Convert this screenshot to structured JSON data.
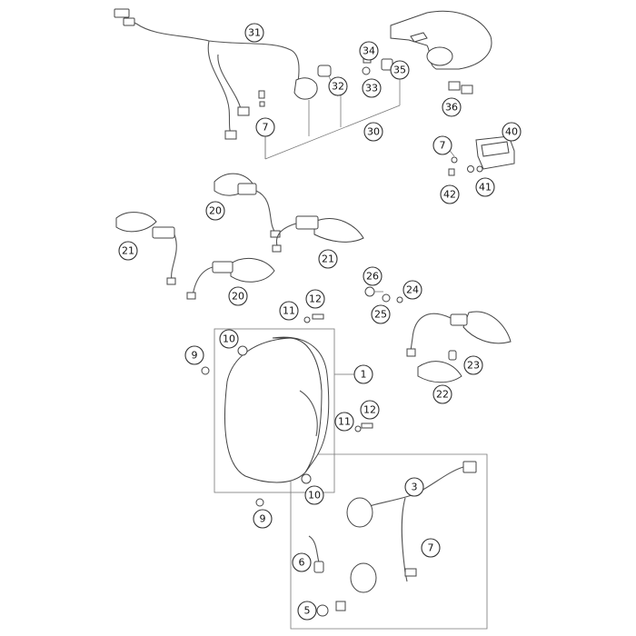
{
  "callouts": [
    {
      "id": "c31",
      "text": "31"
    },
    {
      "id": "c34",
      "text": "34"
    },
    {
      "id": "c35",
      "text": "35"
    },
    {
      "id": "c32",
      "text": "32"
    },
    {
      "id": "c33",
      "text": "33"
    },
    {
      "id": "c36",
      "text": "36"
    },
    {
      "id": "c7a",
      "text": "7"
    },
    {
      "id": "c30",
      "text": "30"
    },
    {
      "id": "c40",
      "text": "40"
    },
    {
      "id": "c7b",
      "text": "7"
    },
    {
      "id": "c42",
      "text": "42"
    },
    {
      "id": "c41",
      "text": "41"
    },
    {
      "id": "c20a",
      "text": "20"
    },
    {
      "id": "c21a",
      "text": "21"
    },
    {
      "id": "c21b",
      "text": "21"
    },
    {
      "id": "c20b",
      "text": "20"
    },
    {
      "id": "c26",
      "text": "26"
    },
    {
      "id": "c24",
      "text": "24"
    },
    {
      "id": "c25",
      "text": "25"
    },
    {
      "id": "c11a",
      "text": "11"
    },
    {
      "id": "c12a",
      "text": "12"
    },
    {
      "id": "c10a",
      "text": "10"
    },
    {
      "id": "c9a",
      "text": "9"
    },
    {
      "id": "c1",
      "text": "1"
    },
    {
      "id": "c23",
      "text": "23"
    },
    {
      "id": "c22",
      "text": "22"
    },
    {
      "id": "c12b",
      "text": "12"
    },
    {
      "id": "c11b",
      "text": "11"
    },
    {
      "id": "c10b",
      "text": "10"
    },
    {
      "id": "c9b",
      "text": "9"
    },
    {
      "id": "c3",
      "text": "3"
    },
    {
      "id": "c6",
      "text": "6"
    },
    {
      "id": "c7c",
      "text": "7"
    },
    {
      "id": "c5",
      "text": "5"
    }
  ]
}
